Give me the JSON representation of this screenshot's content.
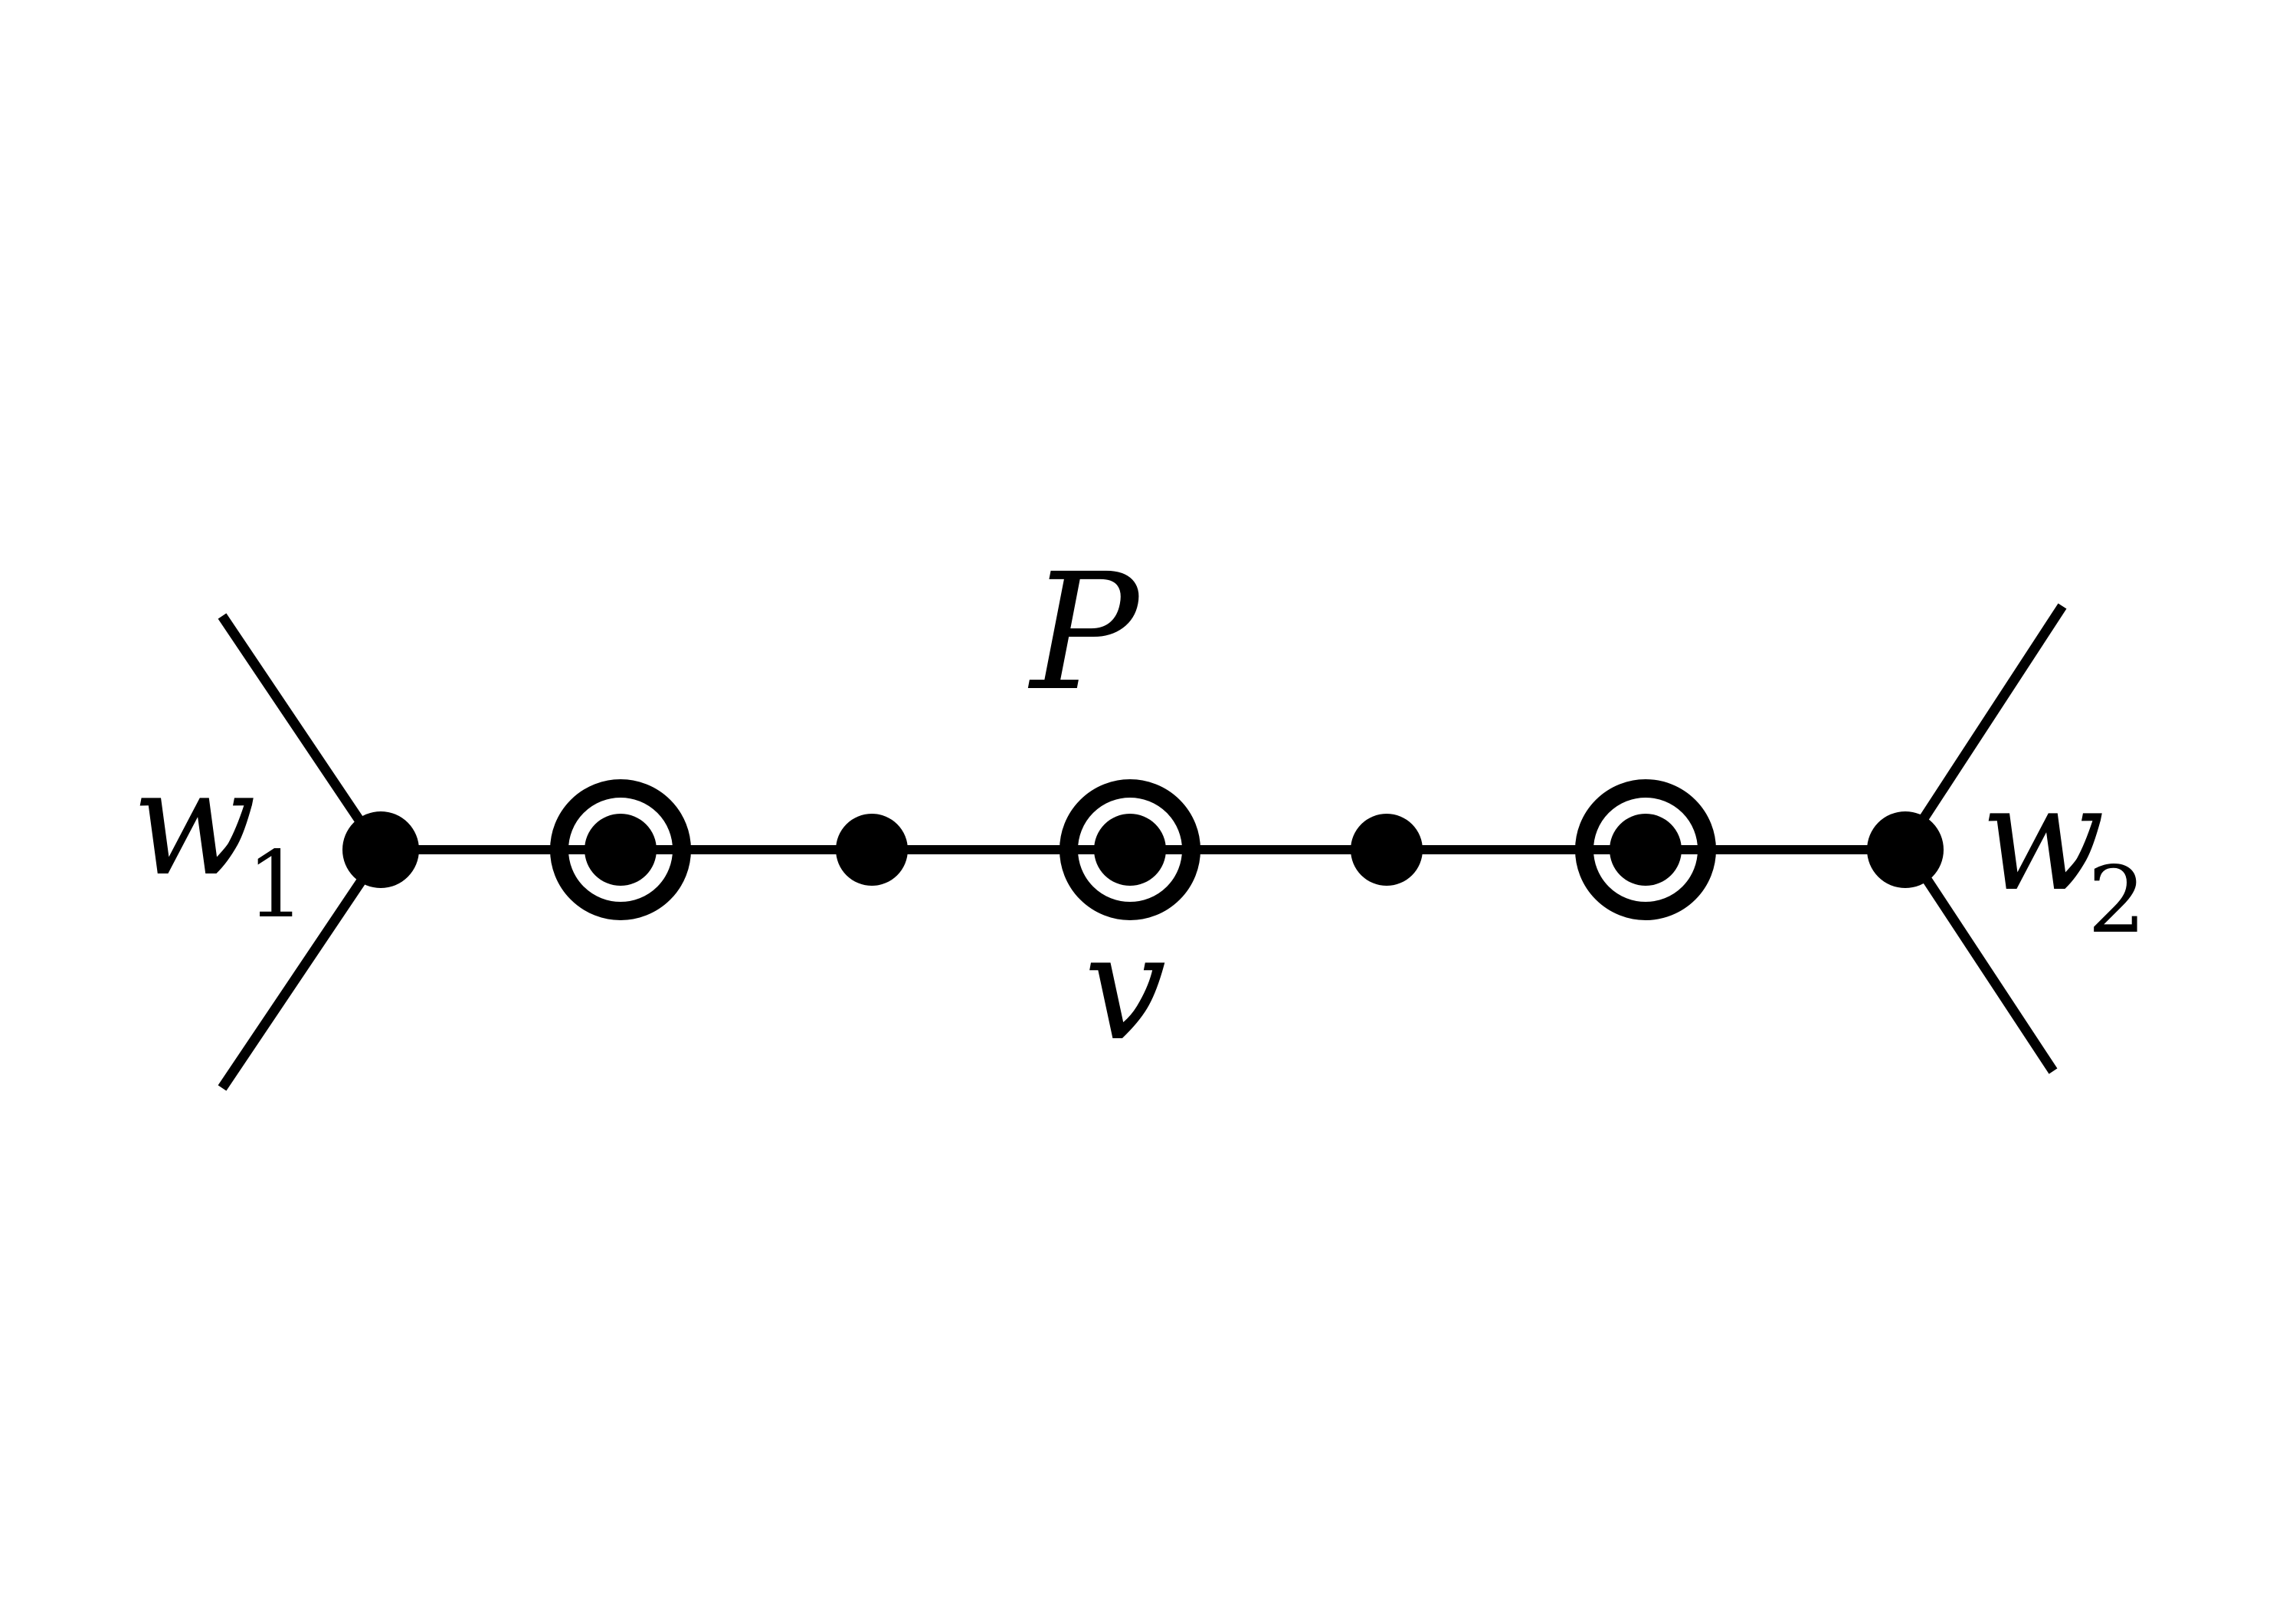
{
  "diagram": {
    "path_label": "P",
    "middle_vertex_label": "v",
    "left_endpoint": {
      "label": "w",
      "subscript": "1"
    },
    "right_endpoint": {
      "label": "w",
      "subscript": "2"
    },
    "vertices": [
      {
        "id": "w1",
        "marked": false
      },
      {
        "id": "a",
        "marked": true
      },
      {
        "id": "b",
        "marked": false
      },
      {
        "id": "v",
        "marked": true
      },
      {
        "id": "c",
        "marked": false
      },
      {
        "id": "d",
        "marked": true
      },
      {
        "id": "w2",
        "marked": false
      }
    ]
  },
  "colors": {
    "stroke": "#000000",
    "background": "#ffffff"
  }
}
